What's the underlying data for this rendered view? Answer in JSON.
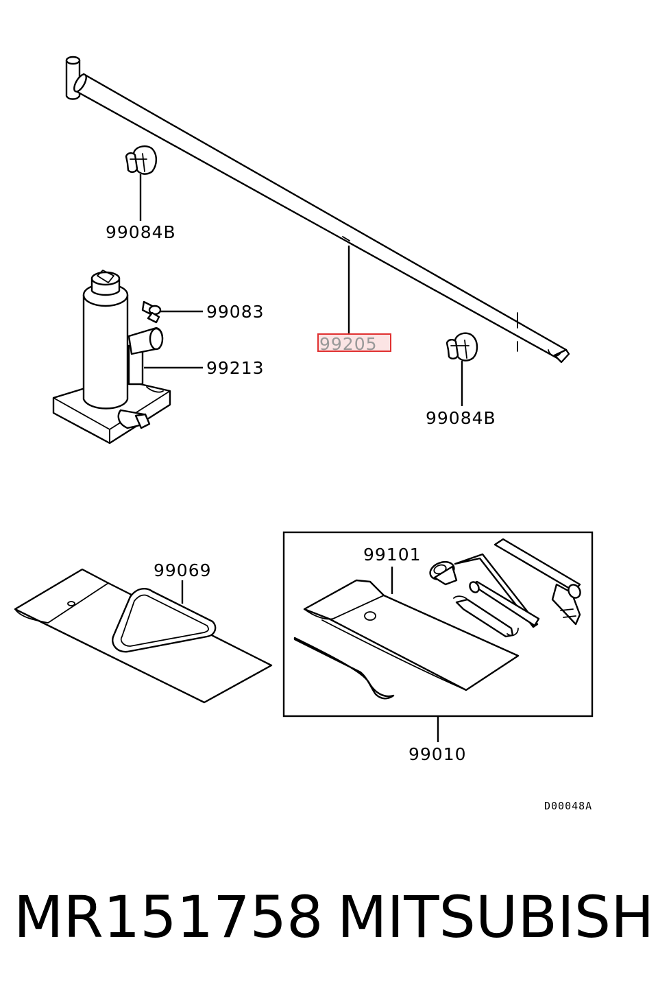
{
  "labels": {
    "clip_upper": "99084B",
    "wing_bolt": "99083",
    "handle_bar": "99205",
    "jack": "99213",
    "clip_lower": "99084B",
    "tool_bag": "99101",
    "mat": "99069",
    "tool_kit": "99010"
  },
  "diagram_id": "D00048A",
  "footer": {
    "part_number": "MR151758",
    "brand": "MITSUBISHI"
  },
  "colors": {
    "highlight": "#e03030",
    "highlight_fill": "#fbe4e4",
    "line": "#000000"
  }
}
